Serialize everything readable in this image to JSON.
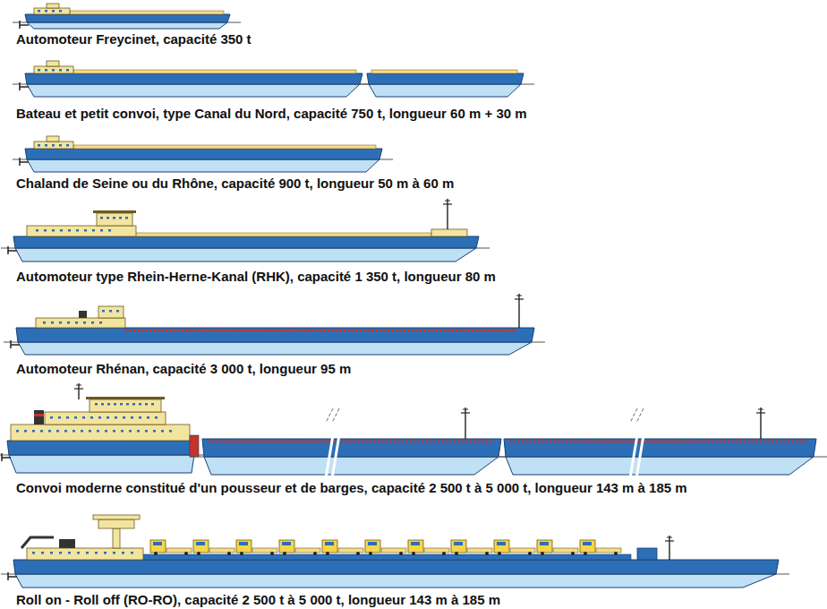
{
  "diagram": {
    "labels": [
      "Automoteur Freycinet, capacité 350 t",
      "Bateau et petit convoi, type Canal du Nord, capacité 750 t, longueur 60 m + 30 m",
      "Chaland de Seine ou du Rhône, capacité 900 t, longueur 50 m à 60 m",
      "Automoteur type Rhein-Herne-Kanal (RHK), capacité 1 350 t, longueur 80 m",
      "Automoteur Rhénan, capacité 3 000 t, longueur 95 m",
      "Convoi moderne constitué d'un pousseur et de barges, capacité 2 500 t à 5 000 t, longueur 143 m à 185 m",
      "Roll on - Roll off (RO-RO), capacité 2 500 t à 5 000 t, longueur 143 m à 185 m"
    ]
  }
}
